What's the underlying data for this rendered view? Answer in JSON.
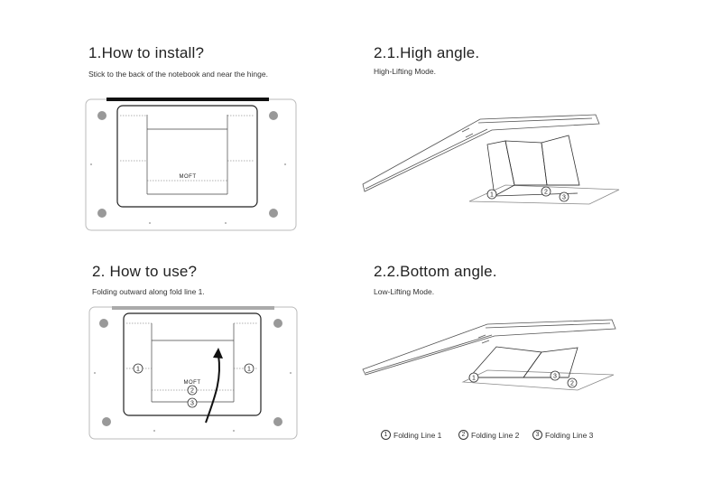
{
  "sections": {
    "install": {
      "title": "1.How to install?",
      "subtitle": "Stick to the back of the notebook and near the hinge."
    },
    "use": {
      "title": "2. How to use?",
      "subtitle": "Folding outward along fold line 1."
    },
    "high": {
      "title": "2.1.High angle.",
      "subtitle": "High-Lifting Mode."
    },
    "bottom": {
      "title": "2.2.Bottom angle.",
      "subtitle": "Low-Lifting Mode."
    }
  },
  "brand": "MOFT",
  "markers": {
    "one": "1",
    "two": "2",
    "three": "3"
  },
  "legend": [
    {
      "num": "1",
      "label": "Folding Line 1"
    },
    {
      "num": "2",
      "label": "Folding Line 2"
    },
    {
      "num": "3",
      "label": "Folding Line 3"
    }
  ]
}
